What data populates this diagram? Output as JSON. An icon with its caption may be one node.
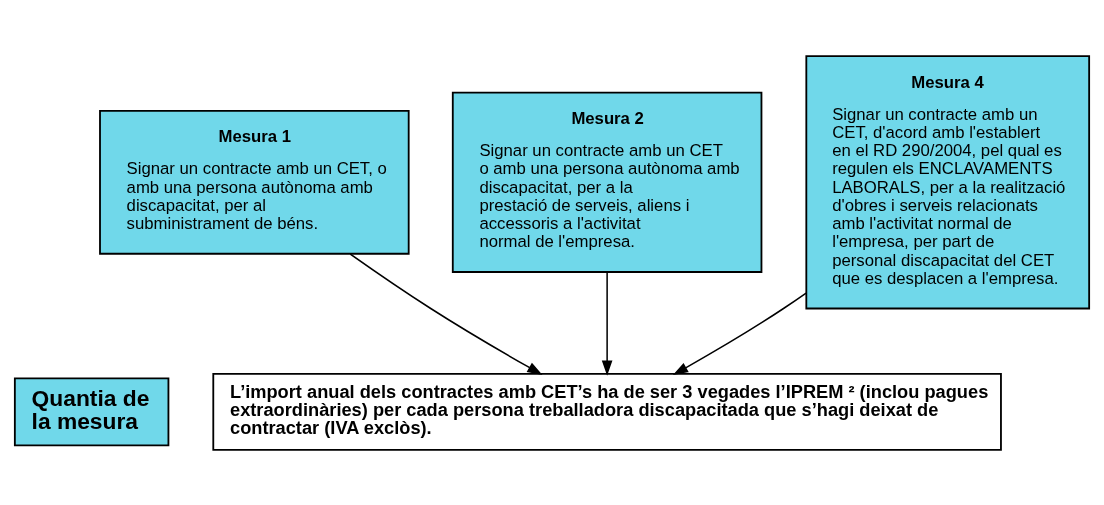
{
  "diagram": {
    "nodes": [
      {
        "text": [
          "Mesura 1",
          "Signar un contracte amb un CET, o amb una persona autònoma amb discapacitat, per al subministrament de béns."
        ]
      },
      {
        "text": [
          "Mesura 2",
          "Signar un contracte amb un CET o amb una persona autònoma amb discapacitat, per a la prestació de serveis, aliens i accessoris a l'activitat normal de l'empresa."
        ]
      },
      {
        "text": [
          "Mesura 4",
          "Signar un contracte amb un CET, d'acord amb l'establert en el RD 290/2004, pel qual es regulen els ENCLAVAMENTS LABORALS, per a la realització d'obres i serveis relacionats amb l'activitat normal de l'empresa, per part de personal discapacitat del CET que es desplacen a l'empresa."
        ]
      },
      {
        "text": [
          "Quantia de la mesura"
        ]
      },
      {
        "text": [
          "L’import anual dels contractes amb CET’s ha de ser 3 vegades l’IPREM ² (inclou pagues extraordinàries) per cada persona treballadora discapacitada que s’hagi deixat de contractar (IVA exclòs)."
        ]
      }
    ],
    "edges": [
      {
        "from": 0,
        "to": 4,
        "arrow": "to"
      },
      {
        "from": 1,
        "to": 4,
        "arrow": "to"
      },
      {
        "from": 2,
        "to": 4,
        "arrow": "to"
      }
    ]
  }
}
